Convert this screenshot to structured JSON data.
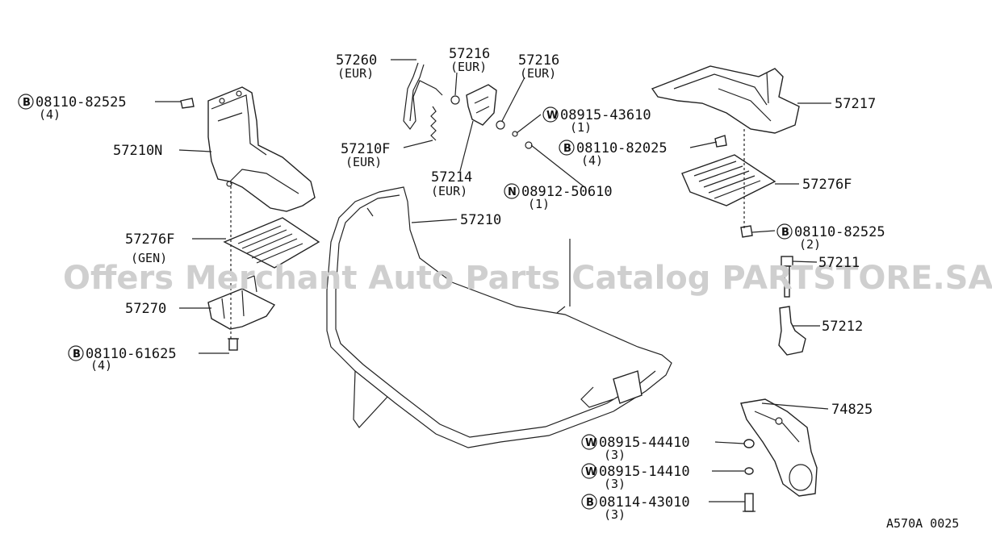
{
  "watermark": "Offers Merchant Auto Parts Catalog PARTSTORE.SA",
  "diagram_code": "A570A 0025",
  "callouts": [
    {
      "id": "c1",
      "prefix": "B",
      "label": "08110-82525",
      "qty": "(4)"
    },
    {
      "id": "c2",
      "prefix": "",
      "label": "57210N",
      "qty": ""
    },
    {
      "id": "c3",
      "prefix": "",
      "label": "57276F",
      "qty": "(GEN)"
    },
    {
      "id": "c4",
      "prefix": "",
      "label": "57270",
      "qty": ""
    },
    {
      "id": "c5",
      "prefix": "B",
      "label": "08110-61625",
      "qty": "(4)"
    },
    {
      "id": "c6",
      "prefix": "",
      "label": "57260",
      "qty": "(EUR)"
    },
    {
      "id": "c7",
      "prefix": "",
      "label": "57216",
      "qty": "(EUR)"
    },
    {
      "id": "c8",
      "prefix": "",
      "label": "57216",
      "qty": "(EUR)"
    },
    {
      "id": "c9",
      "prefix": "W",
      "label": "08915-43610",
      "qty": "(1)"
    },
    {
      "id": "c10",
      "prefix": "",
      "label": "57210F",
      "qty": "(EUR)"
    },
    {
      "id": "c11",
      "prefix": "B",
      "label": "08110-82025",
      "qty": "(4)"
    },
    {
      "id": "c12",
      "prefix": "",
      "label": "57214",
      "qty": "(EUR)"
    },
    {
      "id": "c13",
      "prefix": "N",
      "label": "08912-50610",
      "qty": "(1)"
    },
    {
      "id": "c14",
      "prefix": "",
      "label": "57210",
      "qty": ""
    },
    {
      "id": "c15",
      "prefix": "",
      "label": "57217",
      "qty": ""
    },
    {
      "id": "c16",
      "prefix": "",
      "label": "57276F",
      "qty": ""
    },
    {
      "id": "c17",
      "prefix": "B",
      "label": "08110-82525",
      "qty": "(2)"
    },
    {
      "id": "c18",
      "prefix": "",
      "label": "57211",
      "qty": ""
    },
    {
      "id": "c19",
      "prefix": "",
      "label": "57212",
      "qty": ""
    },
    {
      "id": "c20",
      "prefix": "",
      "label": "74825",
      "qty": ""
    },
    {
      "id": "c21",
      "prefix": "W",
      "label": "08915-44410",
      "qty": "(3)"
    },
    {
      "id": "c22",
      "prefix": "W",
      "label": "08915-14410",
      "qty": "(3)"
    },
    {
      "id": "c23",
      "prefix": "B",
      "label": "08114-43010",
      "qty": "(3)"
    }
  ]
}
